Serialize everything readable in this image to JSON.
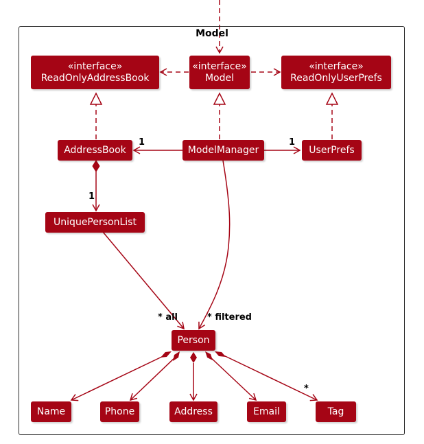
{
  "package": {
    "title": "Model"
  },
  "stereotype": "«interface»",
  "nodes": {
    "read_only_address_book": "ReadOnlyAddressBook",
    "model": "Model",
    "read_only_user_prefs": "ReadOnlyUserPrefs",
    "address_book": "AddressBook",
    "model_manager": "ModelManager",
    "user_prefs": "UserPrefs",
    "unique_person_list": "UniquePersonList",
    "person": "Person",
    "name": "Name",
    "phone": "Phone",
    "address": "Address",
    "email": "Email",
    "tag": "Tag"
  },
  "multiplicities": {
    "address_book_assoc": "1",
    "user_prefs_assoc": "1",
    "unique_person_list_assoc": "1",
    "all": "* all",
    "filtered": "* filtered",
    "tag_assoc": "*"
  },
  "colors": {
    "node_fill": "#a50515",
    "line": "#a50515",
    "text_on_node": "#ffffff"
  }
}
